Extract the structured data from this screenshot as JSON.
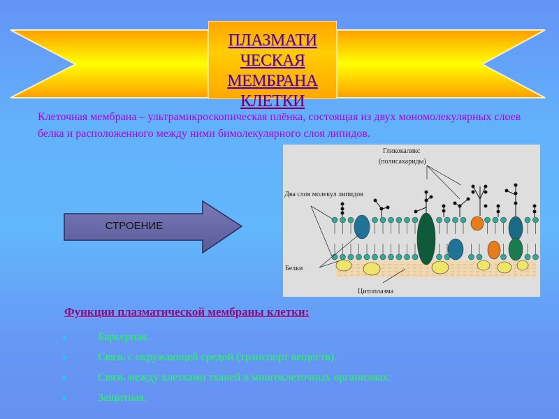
{
  "title": {
    "lines": [
      "ПЛАЗМАТИ",
      "ЧЕСКАЯ",
      "МЕМБРАНА",
      "КЛЕТКИ"
    ]
  },
  "intro": "Клеточная мембрана – ультрамикроскопическая плёнка, состоящая из двух мономолекулярных слоев белка и расположенного между ними бимолекулярного слоя липидов.",
  "arrow_label": "СТРОЕНИЕ",
  "diagram": {
    "glycocalyx": "Гликокаликс",
    "polysaccharides": "(полисахариды)",
    "lipid_layers": "Два слоя молекул липидов",
    "proteins": "Белки",
    "cytoplasm": "Цитоплазма"
  },
  "functions": {
    "title": "Функции плазматической мембраны клетки:",
    "items": [
      "Барьерная.",
      "Связь с окружающей средой (транспорт веществ).",
      "Связь между клетками тканей в многоклеточных организмах.",
      "Защитная."
    ]
  },
  "colors": {
    "ribbon": "#ffb000",
    "title": "#5a0a6a",
    "intro": "#b000d8",
    "functions": "#22ff55",
    "arrow": "#6a6aa8"
  }
}
